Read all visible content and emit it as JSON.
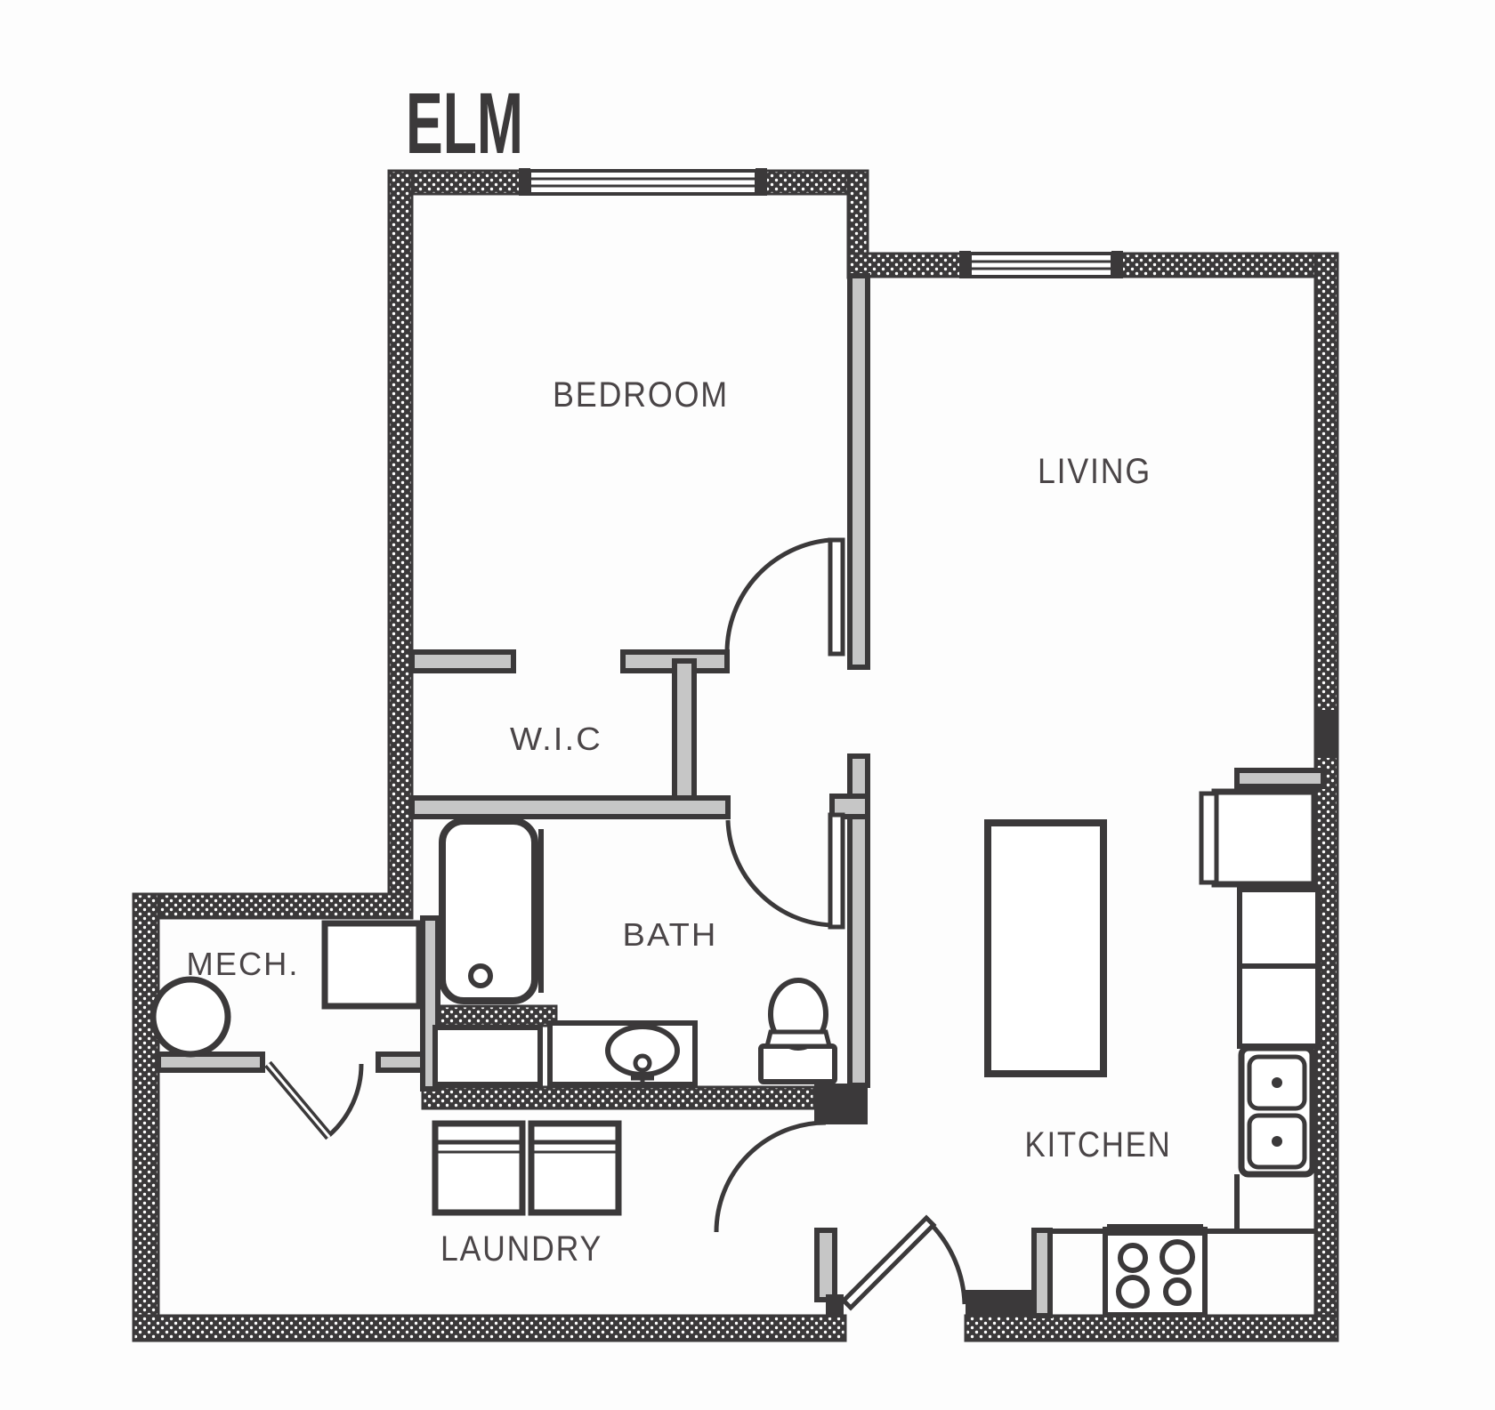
{
  "title": "ELM",
  "plan": {
    "type": "apartment-floor-plan",
    "colors": {
      "wall": "#3b393a",
      "wall_core": "#c6c6c6",
      "text": "#4a4547",
      "background": "#fdfdfd",
      "fixture_fill": "#ffffff"
    },
    "rooms": {
      "bedroom": {
        "label": "BEDROOM"
      },
      "living": {
        "label": "LIVING"
      },
      "wic": {
        "label": "W.I.C"
      },
      "bath": {
        "label": "BATH"
      },
      "mech": {
        "label": "MECH."
      },
      "laundry": {
        "label": "LAUNDRY"
      },
      "kitchen": {
        "label": "KITCHEN"
      }
    },
    "fixtures": [
      "bathtub-icon",
      "linen-cabinet-icon",
      "vanity-sink-icon",
      "toilet-icon",
      "washer-icon",
      "dryer-icon",
      "kitchen-island-icon",
      "refrigerator-icon",
      "base-cabinet-icon",
      "double-basin-sink-icon",
      "range-stove-icon",
      "water-heater-icon",
      "mech-equipment-icon"
    ],
    "windows": [
      {
        "location": "bedroom-top-wall"
      },
      {
        "location": "living-top-wall"
      },
      {
        "location": "right-wall"
      }
    ],
    "doors": [
      {
        "location": "bedroom"
      },
      {
        "location": "bath"
      },
      {
        "location": "mech"
      },
      {
        "location": "laundry"
      },
      {
        "location": "entry"
      }
    ]
  }
}
